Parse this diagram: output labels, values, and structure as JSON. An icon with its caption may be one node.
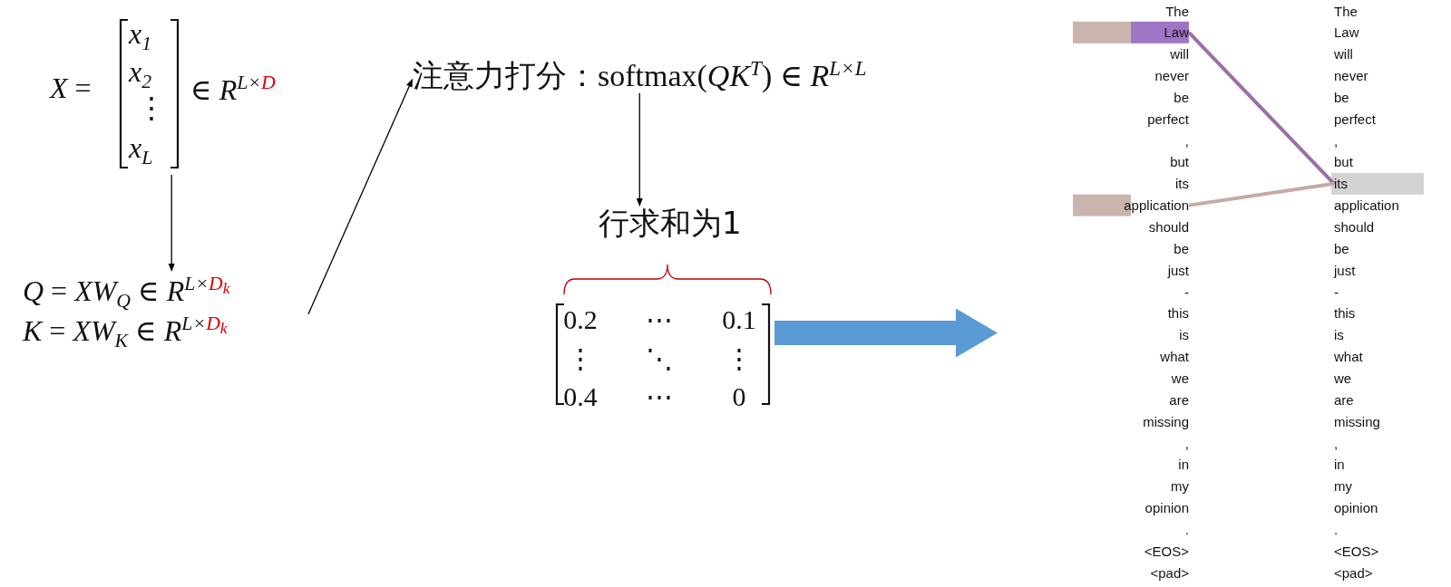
{
  "diagram": {
    "nodes": [
      {
        "text": [
          "*X* =",
          "x$_{1}$",
          "x$_{2}$",
          "⋮",
          "x$_{L}$",
          "∈ *R*$^{L×}$",
          "$^{D}$"
        ]
      },
      {
        "text": [
          "*Q* = *XW*$_{Q}$ ∈ *R*$^{L×}$",
          "$^{D}$$_{k}$",
          "*K* = *XW*$_{K}$ ∈ *R*$^{L×}$",
          "$^{D}$$_{k}$"
        ]
      },
      {
        "text": [
          "注意力打分：softmax(*QK*$^{T}$) ∈ *R*$^{L×L}$"
        ]
      },
      {
        "text": [
          "行求和为1"
        ]
      },
      {
        "text": [
          "0.2",
          "⋯",
          "0.1",
          "⋮",
          "⋱",
          "⋮",
          "0.4",
          "⋯",
          "0"
        ]
      },
      {
        "text": [
          "The"
        ]
      },
      {
        "text": [
          "Law"
        ]
      },
      {
        "text": [
          "will"
        ]
      },
      {
        "text": [
          "never"
        ]
      },
      {
        "text": [
          "be"
        ]
      },
      {
        "text": [
          "perfect"
        ]
      },
      {
        "text": [
          ","
        ]
      },
      {
        "text": [
          "but"
        ]
      },
      {
        "text": [
          "its"
        ]
      },
      {
        "text": [
          "application"
        ]
      },
      {
        "text": [
          "should"
        ]
      },
      {
        "text": [
          "be"
        ]
      },
      {
        "text": [
          "just"
        ]
      },
      {
        "text": [
          "-"
        ]
      },
      {
        "text": [
          "this"
        ]
      },
      {
        "text": [
          "is"
        ]
      },
      {
        "text": [
          "what"
        ]
      },
      {
        "text": [
          "we"
        ]
      },
      {
        "text": [
          "are"
        ]
      },
      {
        "text": [
          "missing"
        ]
      },
      {
        "text": [
          ","
        ]
      },
      {
        "text": [
          "in"
        ]
      },
      {
        "text": [
          "my"
        ]
      },
      {
        "text": [
          "opinion"
        ]
      },
      {
        "text": [
          "."
        ]
      },
      {
        "text": [
          "<EOS>"
        ]
      },
      {
        "text": [
          "<pad>"
        ]
      },
      {
        "text": [
          "The"
        ]
      },
      {
        "text": [
          "Law"
        ]
      },
      {
        "text": [
          "will"
        ]
      },
      {
        "text": [
          "never"
        ]
      },
      {
        "text": [
          "be"
        ]
      },
      {
        "text": [
          "perfect"
        ]
      },
      {
        "text": [
          ","
        ]
      },
      {
        "text": [
          "but"
        ]
      },
      {
        "text": [
          "its"
        ]
      },
      {
        "text": [
          "application"
        ]
      },
      {
        "text": [
          "should"
        ]
      },
      {
        "text": [
          "be"
        ]
      },
      {
        "text": [
          "just"
        ]
      },
      {
        "text": [
          "-"
        ]
      },
      {
        "text": [
          "this"
        ]
      },
      {
        "text": [
          "is"
        ]
      },
      {
        "text": [
          "what"
        ]
      },
      {
        "text": [
          "we"
        ]
      },
      {
        "text": [
          "are"
        ]
      },
      {
        "text": [
          "missing"
        ]
      },
      {
        "text": [
          ","
        ]
      },
      {
        "text": [
          "in"
        ]
      },
      {
        "text": [
          "my"
        ]
      },
      {
        "text": [
          "opinion"
        ]
      },
      {
        "text": [
          "."
        ]
      },
      {
        "text": [
          "<EOS>"
        ]
      },
      {
        "text": [
          "<pad>"
        ]
      }
    ],
    "edges": [
      {
        "from": 0,
        "to": 1,
        "arrow": "to"
      },
      {
        "from": 1,
        "to": 2,
        "arrow": "to"
      },
      {
        "from": 2,
        "to": 3,
        "arrow": "to"
      },
      {
        "from": 4,
        "to": null,
        "arrow": "to",
        "style": "thick",
        "color": "#5b9bd5"
      },
      {
        "from": 40,
        "to": 6,
        "arrow": "none",
        "style": "thick",
        "color": "#9a70a6"
      },
      {
        "from": 40,
        "to": 14,
        "arrow": "none",
        "style": "thick",
        "color": "#c4aaa5"
      }
    ]
  }
}
